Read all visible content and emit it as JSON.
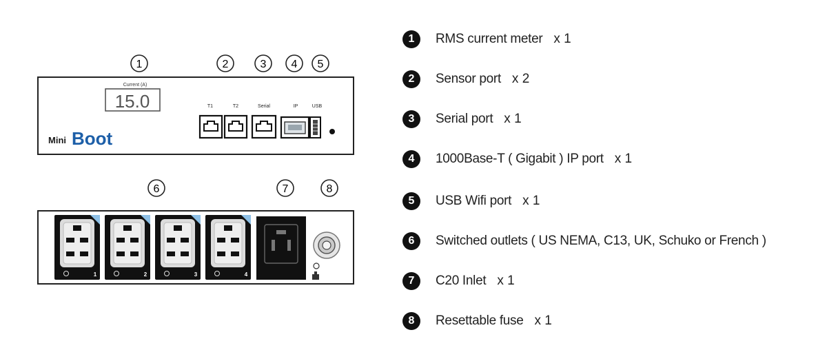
{
  "callouts_top": [
    "1",
    "2",
    "3",
    "4",
    "5"
  ],
  "callouts_bottom": [
    "6",
    "7",
    "8"
  ],
  "meter": {
    "caption": "Current (A)",
    "value": "15.0"
  },
  "ports": {
    "t1": "T1",
    "t2": "T2",
    "serial": "Serial",
    "ip": "IP",
    "usb": "USB"
  },
  "brand": {
    "prefix": "Mini",
    "name": "Boot"
  },
  "outlet_numbers": [
    "1",
    "2",
    "3",
    "4"
  ],
  "legend": [
    {
      "num": "1",
      "label": "RMS current meter",
      "qty": "x 1"
    },
    {
      "num": "2",
      "label": "Sensor port",
      "qty": "x 2"
    },
    {
      "num": "3",
      "label": "Serial port",
      "qty": "x 1"
    },
    {
      "num": "4",
      "label": "1000Base-T ( Gigabit ) IP port",
      "qty": "x 1"
    },
    {
      "num": "5",
      "label": "USB Wifi port",
      "qty": "x 1"
    },
    {
      "num": "6",
      "label": "Switched outlets ( US NEMA, C13, UK, Schuko or French )",
      "qty": ""
    },
    {
      "num": "7",
      "label": "C20 Inlet",
      "qty": "x 1"
    },
    {
      "num": "8",
      "label": "Resettable fuse",
      "qty": "x 1"
    }
  ],
  "colors": {
    "brand_blue": "#1d5fa8",
    "outlet_accent": "#8ec0e6",
    "panel_border": "#222222"
  }
}
